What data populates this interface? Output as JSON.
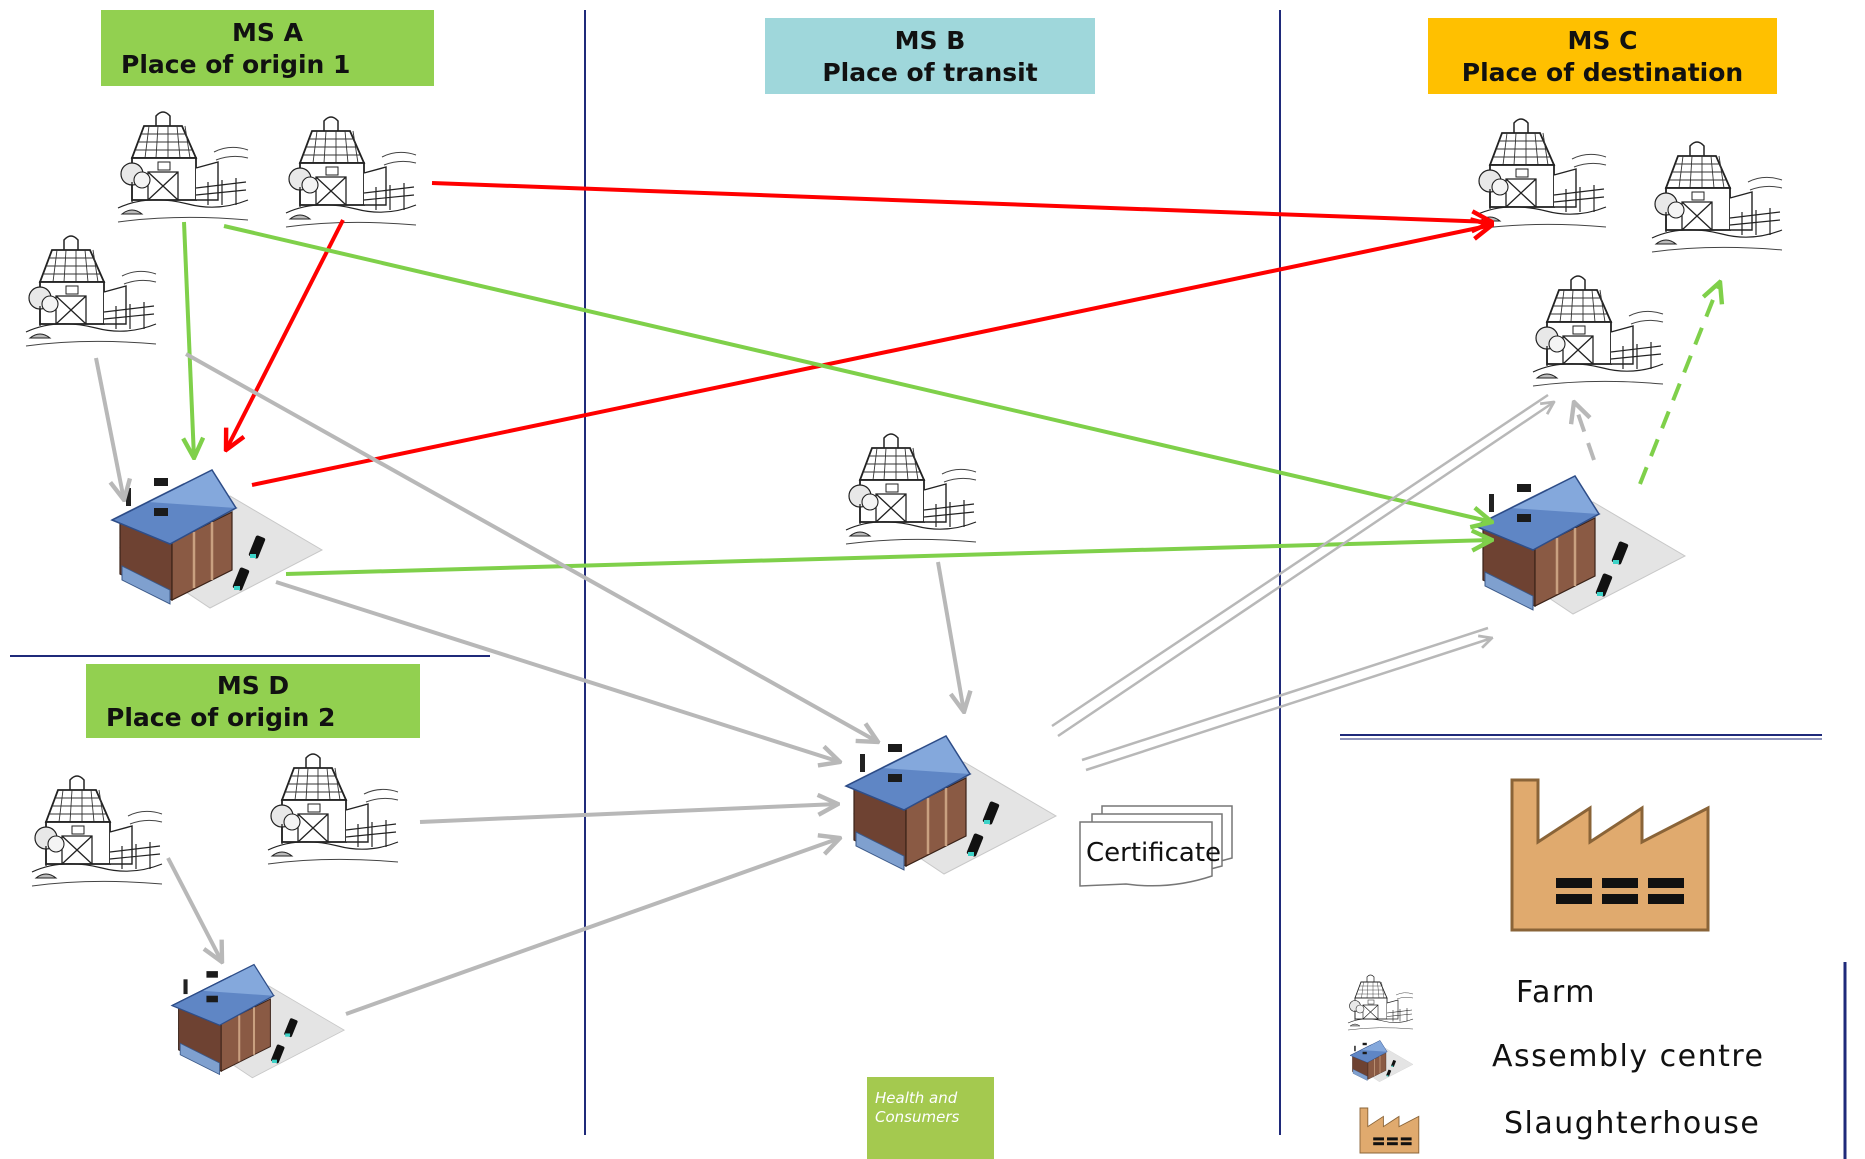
{
  "regions": {
    "ms_a": {
      "title": "MS A",
      "subtitle": "Place of origin 1",
      "color": "#92d050"
    },
    "ms_b": {
      "title": "MS B",
      "subtitle": "Place of transit",
      "color": "#9fd7db"
    },
    "ms_c": {
      "title": "MS C",
      "subtitle": "Place of destination",
      "color": "#ffc000"
    },
    "ms_d": {
      "title": "MS D",
      "subtitle": "Place of origin 2",
      "color": "#92d050"
    }
  },
  "certificate_label": "Certificate",
  "legend": {
    "farm": "Farm",
    "assembly_centre": "Assembly centre",
    "slaughterhouse": "Slaughterhouse"
  },
  "logo_text": "Health and Consumers",
  "colors": {
    "divider": "#1f2a7a",
    "arrow_red": "#ff0000",
    "arrow_green": "#7fd04a",
    "arrow_grey": "#b8b8b8",
    "factory": "#e0aa6e"
  },
  "icons": {
    "farm": "farm-barn-icon",
    "assembly_centre": "assembly-centre-building-icon",
    "slaughterhouse": "factory-icon"
  }
}
